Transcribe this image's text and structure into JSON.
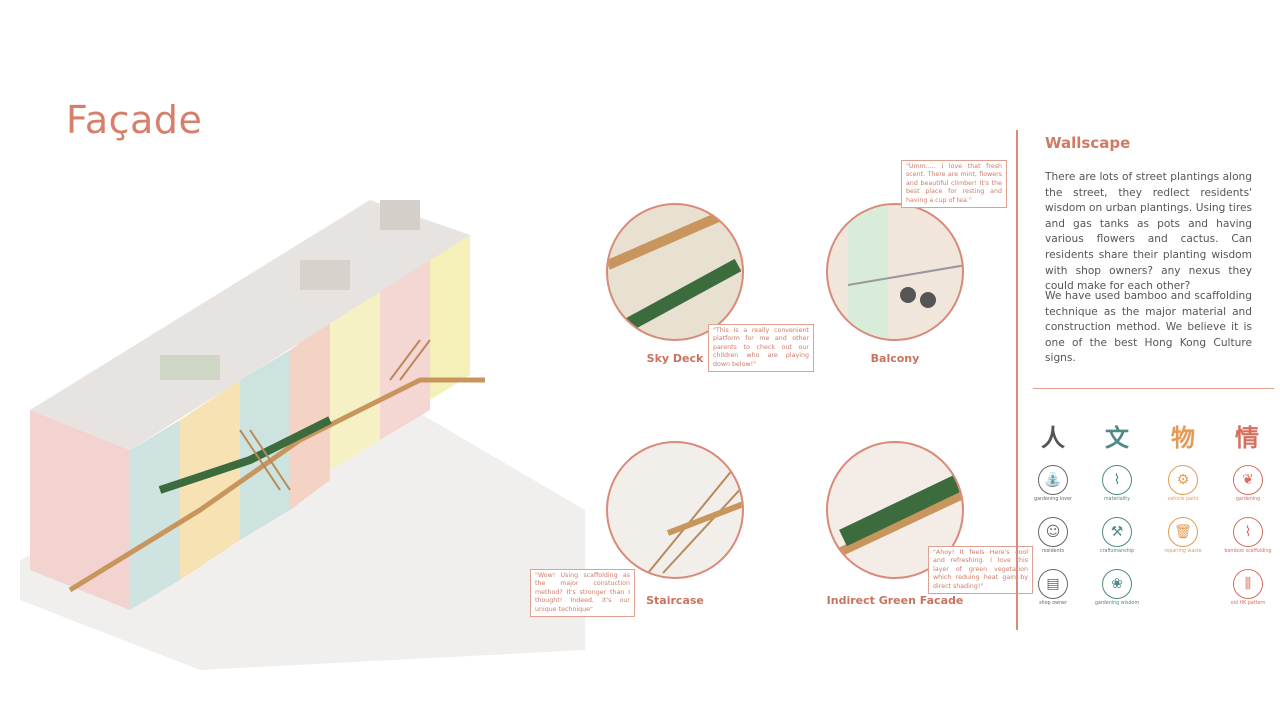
{
  "title": "Façade",
  "vignettes": [
    {
      "label": "Sky Deck",
      "quote": "\"This is a really convenient platform for me and other parents to check out our children who are playing down below!\""
    },
    {
      "label": "Balcony",
      "quote": "\"Umm..... I love that fresh scent. There are mint, flowers and beautiful climber! It's the best place for resting and having a cup of tea.\""
    },
    {
      "label": "Staircase",
      "quote": "\"Wow! Using scaffolding as the major constuction method? It's stronger than I thought! Indeed, it's our unique technique\""
    },
    {
      "label": "Indirect Green Facade",
      "quote": "\"Ahoy! It feels Here's cool and refreshing. I love this layer of green vegetation which reduing heat gain by direct shading!\""
    }
  ],
  "wallscape": {
    "title": "Wallscape",
    "paragraph1": "There are lots of street plantings along the street, they redlect residents' wisdom on urban plantings. Using tires and gas tanks as pots and having various flowers and cactus. Can residents share their planting wisdom with shop owners? any nexus they could make for each other?",
    "paragraph2": "We have used bamboo and scaffolding technique as the major material and construction method. We believe it is one of the best Hong Kong Culture signs."
  },
  "categories": [
    {
      "char": "人",
      "color": "#555555",
      "items": [
        {
          "icon": "watering-can-icon",
          "label": "gardening lover"
        },
        {
          "icon": "resident-face-icon",
          "label": "residents"
        },
        {
          "icon": "shop-icon",
          "label": "shop owner"
        }
      ]
    },
    {
      "char": "文",
      "color": "#4f8a85",
      "items": [
        {
          "icon": "bamboo-icon",
          "label": "materiality"
        },
        {
          "icon": "saw-icon",
          "label": "craftsmanship"
        },
        {
          "icon": "brain-icon",
          "label": "gardening wisdom"
        }
      ]
    },
    {
      "char": "物",
      "color": "#e59a55",
      "items": [
        {
          "icon": "gear-icon",
          "label": "vehicle parts"
        },
        {
          "icon": "trash-icon",
          "label": "repairing waste"
        }
      ]
    },
    {
      "char": "情",
      "color": "#d4705e",
      "items": [
        {
          "icon": "sprout-icon",
          "label": "gardening"
        },
        {
          "icon": "bamboo-icon",
          "label": "bamboo scaffolding"
        },
        {
          "icon": "pattern-icon",
          "label": "old HK pattern"
        }
      ]
    }
  ]
}
